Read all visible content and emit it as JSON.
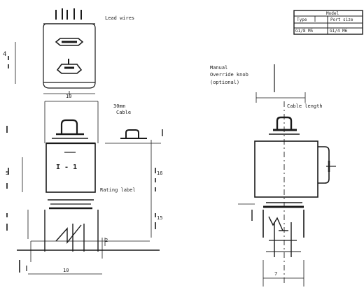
{
  "labels": {
    "top_note": "Lead wires",
    "front_dim_label": "Cable length",
    "mid_note_1": "30mm",
    "mid_note_2": "Cable",
    "rating_label": "Rating label",
    "section_note_1": "Manual",
    "section_note_2": "Override knob",
    "section_note_3": "(optional)",
    "left_vertical_dim": "4",
    "bottom_dim": "10",
    "right_dim": "16",
    "right_dim_b": "15",
    "body_mark": "I - 1",
    "small_dim_1": "5",
    "small_dim_2": "2",
    "bottom_sub_dim": "7"
  },
  "table": {
    "header": "Model",
    "cells": [
      "Type",
      "Port size",
      "G1/8 M5",
      "G1/4 M6"
    ]
  },
  "colors": {
    "ink": "#1a1a1a",
    "paper": "#ffffff"
  }
}
